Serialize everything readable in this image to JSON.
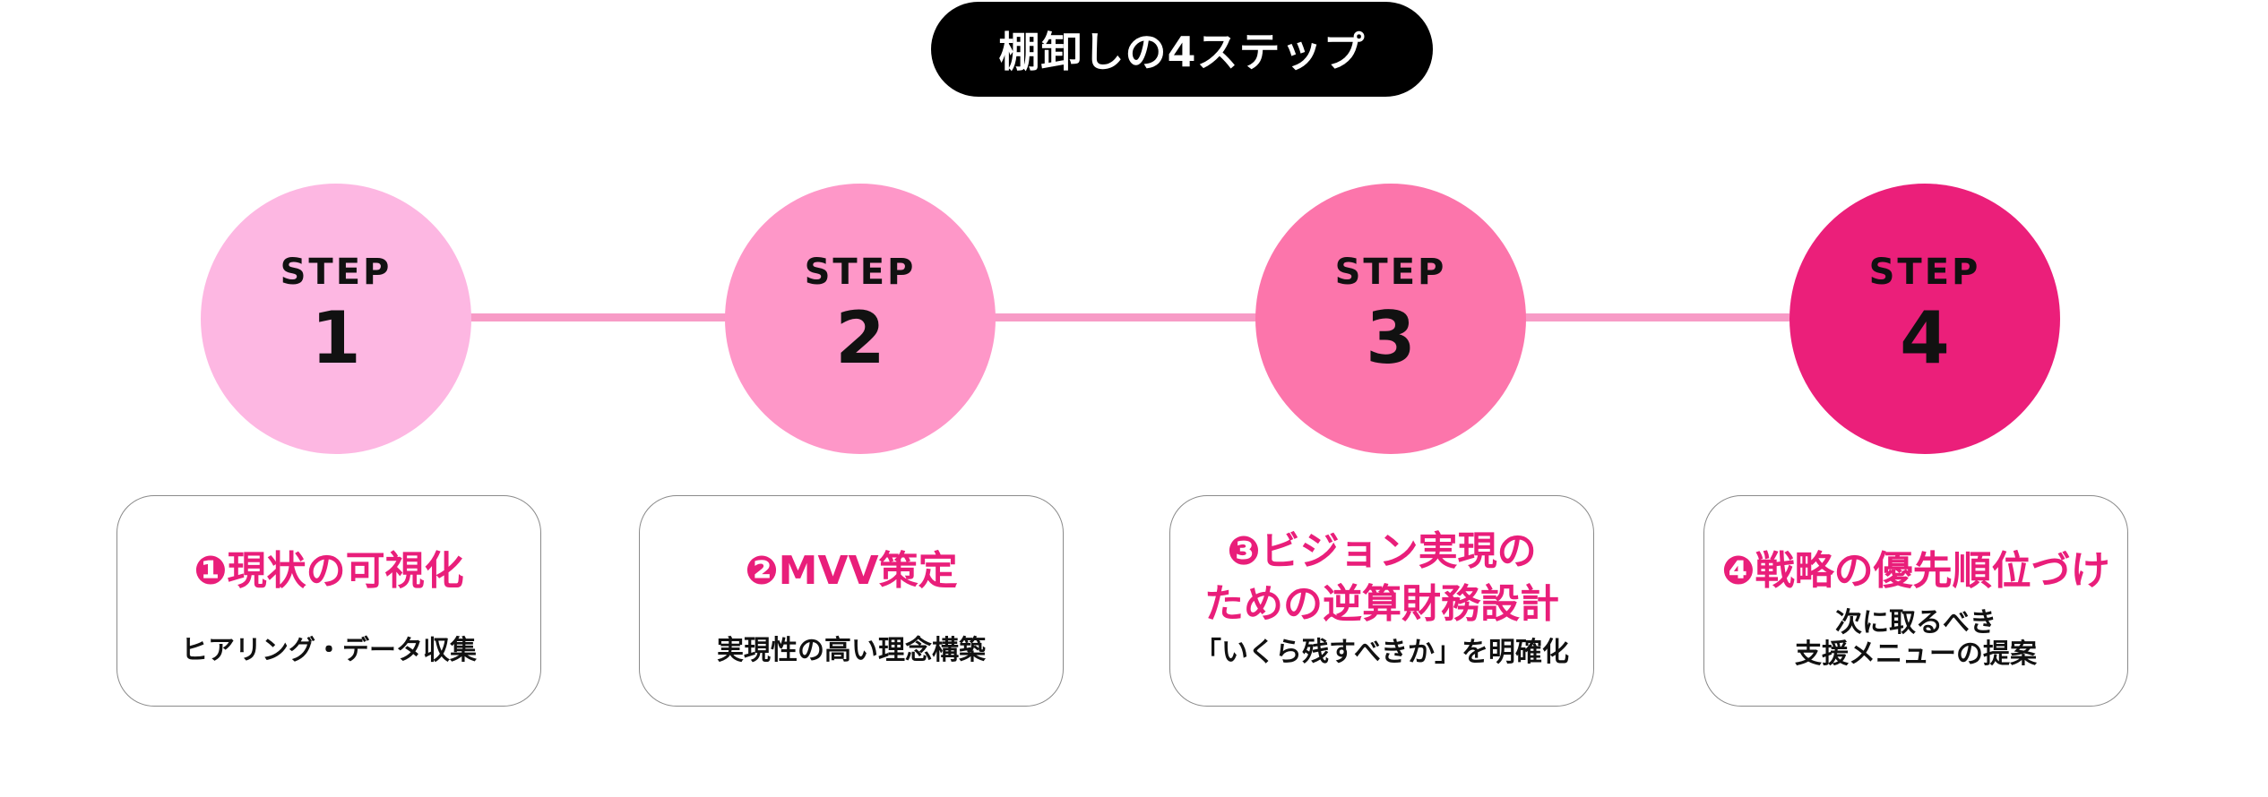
{
  "title": "棚卸しの4ステップ",
  "connector_color": "#f79bc6",
  "accent_color": "#e91e7a",
  "steps": [
    {
      "step_label": "STEP",
      "number": "1",
      "circle_color": "#fdb7e2",
      "heading": "❶現状の可視化",
      "heading_line2": "",
      "description": "ヒアリング・データ収集",
      "description_line2": ""
    },
    {
      "step_label": "STEP",
      "number": "2",
      "circle_color": "#fe97c8",
      "heading": "❷MVV策定",
      "heading_line2": "",
      "description": "実現性の高い理念構築",
      "description_line2": ""
    },
    {
      "step_label": "STEP",
      "number": "3",
      "circle_color": "#fc75ab",
      "heading": "❸ビジョン実現の",
      "heading_line2": "ための逆算財務設計",
      "description": "「いくら残すべきか」を明確化",
      "description_line2": ""
    },
    {
      "step_label": "STEP",
      "number": "4",
      "circle_color": "#eb1f7a",
      "heading": "❹戦略の優先順位づけ",
      "heading_line2": "",
      "description": "次に取るべき",
      "description_line2": "支援メニューの提案"
    }
  ]
}
